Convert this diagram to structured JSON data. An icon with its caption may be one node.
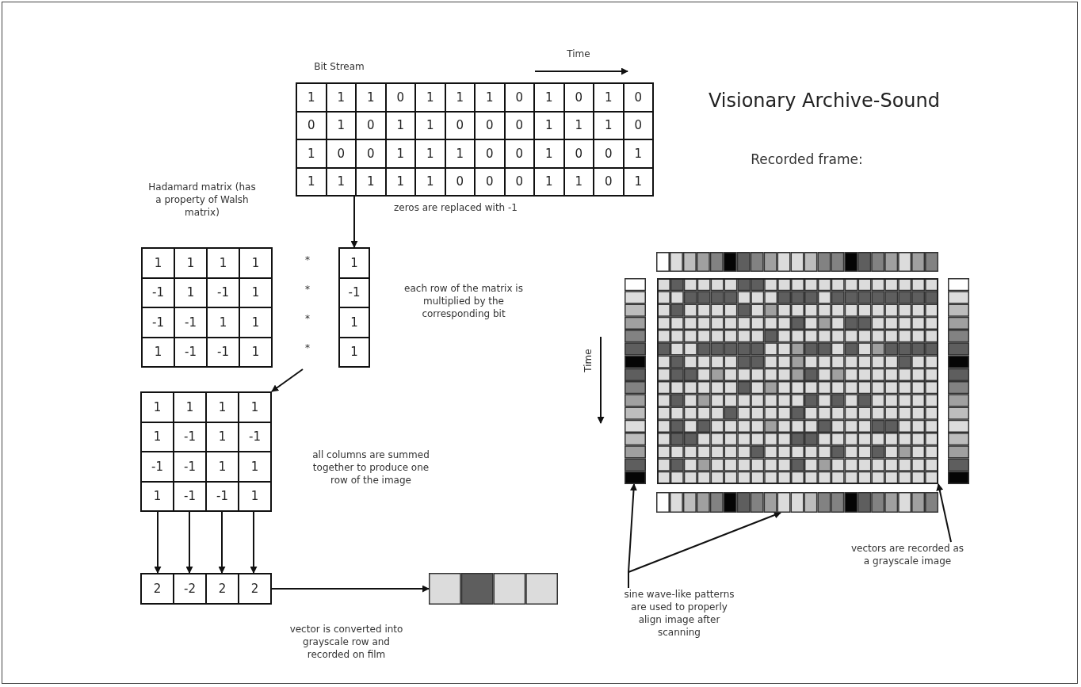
{
  "diagram": {
    "title": "Visionary Archive-Sound",
    "nodes": [
      {
        "text": [
          "Bit Stream",
          "1",
          "1",
          "1",
          "0",
          "1",
          "1",
          "1",
          "0",
          "1",
          "0",
          "1",
          "0",
          "0",
          "1",
          "0",
          "1",
          "1",
          "0",
          "0",
          "0",
          "1",
          "1",
          "1",
          "0",
          "1",
          "0",
          "0",
          "1",
          "1",
          "1",
          "0",
          "0",
          "1",
          "0",
          "0",
          "1",
          "1",
          "1",
          "1",
          "1",
          "1",
          "0",
          "0",
          "0",
          "1",
          "1",
          "0",
          "1"
        ]
      },
      {
        "text": [
          "1",
          "-1",
          "1",
          "1"
        ]
      },
      {
        "text": [
          "Hadamard matrix (has a property of Walsh matrix)",
          "1",
          "1",
          "1",
          "1",
          "-1",
          "1",
          "-1",
          "1",
          "-1",
          "-1",
          "1",
          "1",
          "1",
          "-1",
          "-1",
          "1"
        ]
      },
      {
        "text": [
          "1",
          "1",
          "1",
          "1",
          "1",
          "-1",
          "1",
          "-1",
          "-1",
          "-1",
          "1",
          "1",
          "1",
          "-1",
          "-1",
          "1"
        ]
      },
      {
        "text": [
          "2",
          "-2",
          "2",
          "2"
        ]
      },
      {
        "text": [],
        "shape": "bar"
      },
      {
        "text": [],
        "shape": "bar"
      },
      {
        "text": [],
        "shape": "bar"
      },
      {
        "text": [],
        "shape": "box"
      },
      {
        "text": [],
        "shape": "bar"
      },
      {
        "text": [],
        "shape": "bar"
      },
      {
        "text": [
          "sine wave-like patterns are used to properly align image after scanning"
        ]
      },
      {
        "text": [
          "vectors are recorded as a grayscale image"
        ]
      }
    ],
    "edges": [
      {
        "from": 0,
        "to": 1,
        "arrow": "to",
        "label": "zeros are replaced with -1"
      },
      {
        "from": null,
        "to": 3,
        "arrow": "to"
      },
      {
        "from": 3,
        "to": 4,
        "arrow": "to"
      },
      {
        "from": 3,
        "to": 4,
        "arrow": "to"
      },
      {
        "from": 3,
        "to": 4,
        "arrow": "to"
      },
      {
        "from": 3,
        "to": 4,
        "arrow": "to"
      },
      {
        "from": 4,
        "to": 5,
        "arrow": "to",
        "label": "vector is converted into grayscale row and recorded on film"
      },
      {
        "from": 11,
        "to": 7,
        "arrow": "to"
      },
      {
        "from": 11,
        "to": 10,
        "arrow": "to"
      },
      {
        "from": 12,
        "to": 8,
        "arrow": "to"
      }
    ],
    "labels": [
      "Time",
      "*",
      "*",
      "*",
      "*",
      "each row of the matrix is multiplied by the corresponding bit",
      "Recorded frame:",
      "Time",
      "all columns are summed together to produce one row of the image"
    ]
  }
}
